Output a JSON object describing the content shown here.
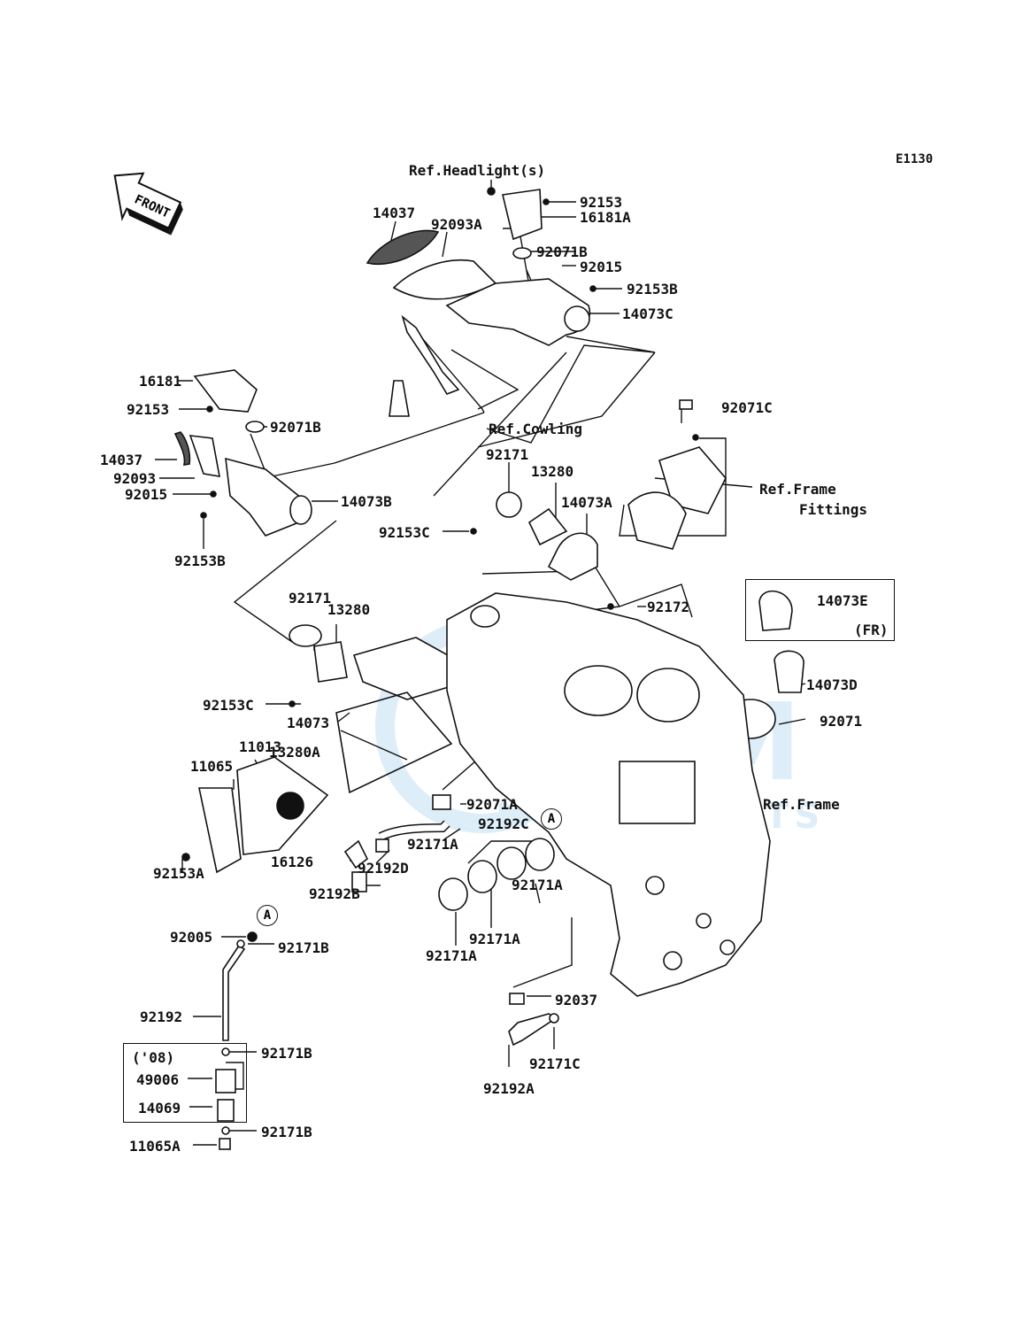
{
  "diagram_code": "E1130",
  "front_label": "FRONT",
  "watermark": {
    "line1": "DSM",
    "line2": "MOTOSPORTS"
  },
  "callout_ref": "A",
  "fr_note": "(FR)",
  "year_note": "('08)",
  "parts": {
    "ref_headlight": "Ref.Headlight(s)",
    "p92153_top": "92153",
    "p16181A": "16181A",
    "p14037_top": "14037",
    "p92093A": "92093A",
    "p92071B_top": "92071B",
    "p92015_top": "92015",
    "p92153B_top": "92153B",
    "p14073C": "14073C",
    "p16181": "16181",
    "p92153_left": "92153",
    "p92071B_left": "92071B",
    "ref_cowling": "Ref.Cowling",
    "p92071C": "92071C",
    "p14037_left": "14037",
    "p92093": "92093",
    "p92015_left": "92015",
    "p14073B": "14073B",
    "p92153B_left": "92153B",
    "p92171_top": "92171",
    "p13280_top": "13280",
    "p14073A": "14073A",
    "ref_frame_fittings_1": "Ref.Frame",
    "ref_frame_fittings_2": "Fittings",
    "p92153C_top": "92153C",
    "p92172": "92172",
    "p14073E": "14073E",
    "p92171_mid": "92171",
    "p13280_mid": "13280",
    "p14073D": "14073D",
    "p92153C_mid": "92153C",
    "p92071": "92071",
    "p14073": "14073",
    "p13280A": "13280A",
    "p11013": "11013",
    "p11065": "11065",
    "ref_frame": "Ref.Frame",
    "p92071A": "92071A",
    "p92192C": "92192C",
    "p16126": "16126",
    "p92171A_1": "92171A",
    "p92192D": "92192D",
    "p92153A": "92153A",
    "p92192B": "92192B",
    "p92171A_2": "92171A",
    "p92171A_3": "92171A",
    "p92171A_4": "92171A",
    "p92005": "92005",
    "p92171B_1": "92171B",
    "p92037": "92037",
    "p92192": "92192",
    "p92171C": "92171C",
    "p92171B_2": "92171B",
    "p92192A": "92192A",
    "p49006": "49006",
    "p14069": "14069",
    "p92171B_3": "92171B",
    "p11065A": "11065A"
  }
}
